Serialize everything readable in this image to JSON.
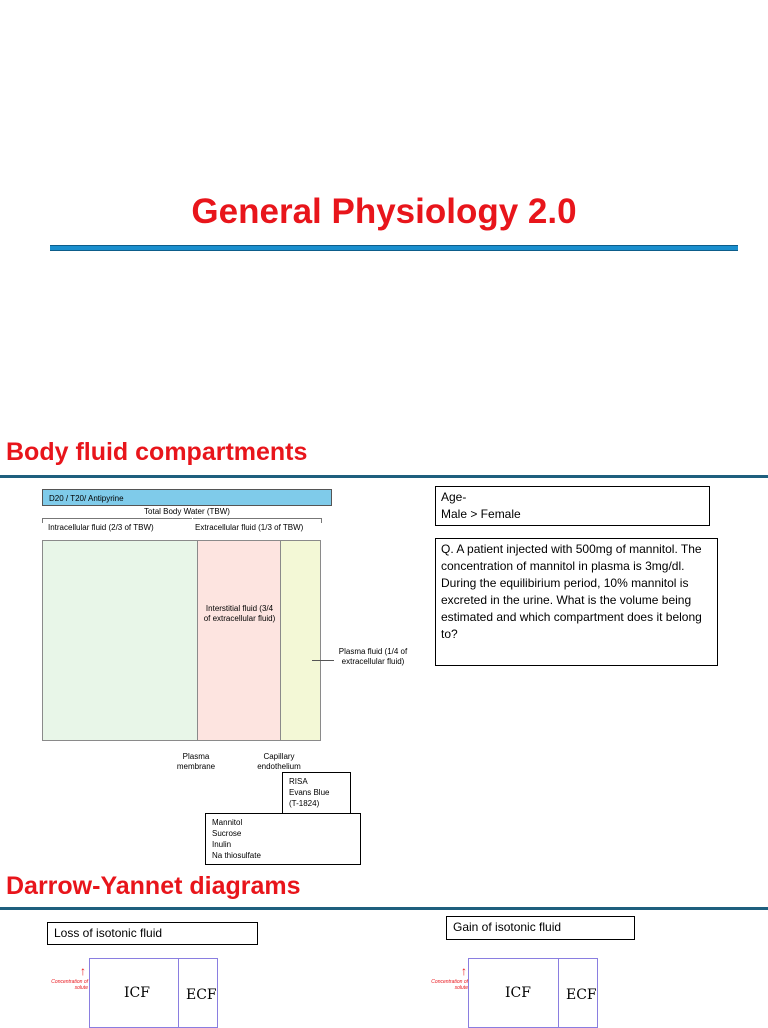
{
  "slide1": {
    "title": "General Physiology 2.0"
  },
  "slide2": {
    "heading": "Body fluid compartments",
    "tracer_tbw": "D20 / T20/ Antipyrine",
    "tbw_label": "Total Body Water (TBW)",
    "icf_label": "Intracellular fluid (2/3 of TBW)",
    "ecf_label": "Extracellular fluid (1/3 of TBW)",
    "isf_label": "Interstitial fluid (3/4 of extracellular fluid)",
    "pf_label": "Plasma fluid (1/4 of extracellular fluid)",
    "plasma_membrane": "Plasma membrane",
    "capillary_endothelium": "Capillary endothelium",
    "plasma_markers": [
      "RISA",
      "Evans Blue",
      "(T-1824)"
    ],
    "ecf_markers": [
      "Mannitol",
      "Sucrose",
      "Inulin",
      "Na thiosulfate"
    ],
    "age_note": {
      "line1": "Age-",
      "line2": "Male > Female"
    },
    "question": "Q. A patient injected with 500mg of mannitol. The concentration of mannitol in plasma is 3mg/dl. During the equilibirium period, 10% mannitol is excreted in the urine. What is the volume being estimated and which compartment does it belong to?"
  },
  "slide3": {
    "heading": "Darrow-Yannet diagrams",
    "diagrams": [
      {
        "label": "Loss of isotonic fluid",
        "axis": "Concentration of solute",
        "icf": "ICF",
        "ecf": "ECF"
      },
      {
        "label": "Gain of isotonic fluid",
        "axis": "Concentration of solute",
        "icf": "ICF",
        "ecf": "ECF"
      }
    ]
  },
  "colors": {
    "title_red": "#e8151b",
    "rule_blue": "#1a8fce",
    "tracer_blue": "#7fcbea",
    "icf": "#e8f6e8",
    "isf": "#fde4e0",
    "plasma": "#f3f8d6",
    "dy_frame": "#8a7ee0"
  }
}
